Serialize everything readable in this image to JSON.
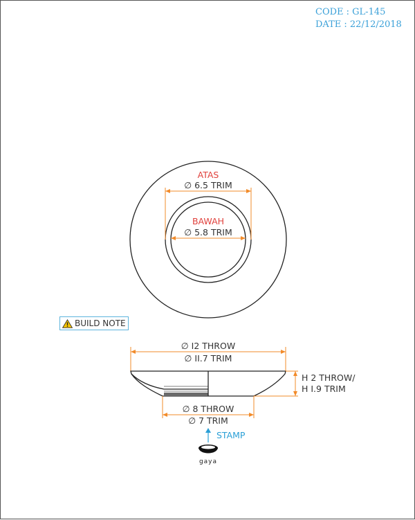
{
  "title_block": {
    "code": "CODE : GL-145",
    "date": "DATE : 22/12/2018"
  },
  "top_view": {
    "outer_label": "ATAS",
    "outer_dim": "∅ 6.5 TRIM",
    "inner_label": "BAWAH",
    "inner_dim": "∅ 5.8 TRIM"
  },
  "build_note": {
    "icon": "warning-icon",
    "label": "BUILD NOTE"
  },
  "side_view": {
    "top_dim_throw": "∅ I2 THROW",
    "top_dim_trim": "∅ II.7 TRIM",
    "height_throw": "H 2 THROW/",
    "height_trim": "H I.9 TRIM",
    "base_dim_throw": "∅ 8 THROW",
    "base_dim_trim": "∅ 7 TRIM"
  },
  "stamp": {
    "label": "STAMP",
    "logo_text": "gaya",
    "arrow_icon": "arrow-up-icon"
  },
  "colors": {
    "dimension": "#f28b2a",
    "label_red": "#e0413c",
    "label_blue": "#2a9fd6",
    "outline": "#222222"
  }
}
